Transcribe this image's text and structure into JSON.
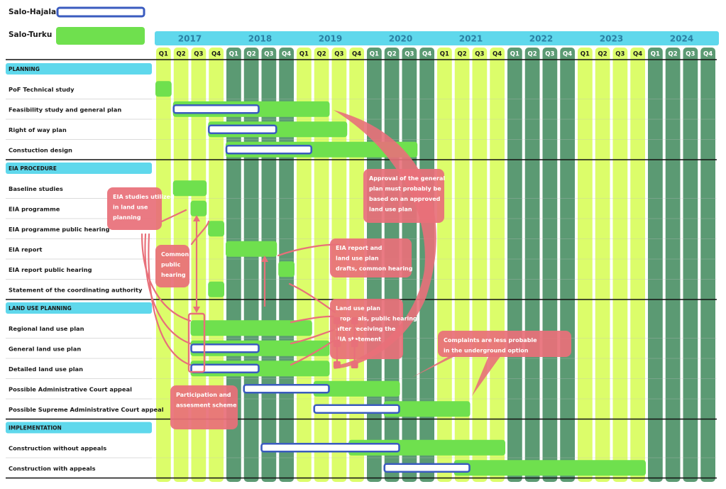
{
  "chart_data": {
    "type": "gantt",
    "legend": [
      {
        "name": "Salo-Hajala",
        "style": "outline",
        "stroke": "#3a5bbf",
        "fill": "#ffffff"
      },
      {
        "name": "Salo-Turku",
        "style": "filled",
        "fill": "#6fe04e"
      }
    ],
    "years": [
      "2017",
      "2018",
      "2019",
      "2020",
      "2021",
      "2022",
      "2023",
      "2024"
    ],
    "quarters": [
      "Q1",
      "Q2",
      "Q3",
      "Q4"
    ],
    "colors": {
      "year_header": "#5fd8ec",
      "section_header": "#5fd8ec",
      "light_column": "#dcfd6a",
      "dark_column": "#5b9a73",
      "turku_bar": "#6fe04e",
      "hajala_stroke": "#3a5bbf",
      "callout": "#e8707a",
      "callout_text": "#ffffff"
    },
    "sections": [
      {
        "title": "PLANNING",
        "rows": [
          {
            "label": "PoF Technical study",
            "turku": [
              1,
              1
            ]
          },
          {
            "label": "Feasibility study and general plan",
            "turku": [
              2,
              10
            ],
            "hajala": [
              2,
              6
            ]
          },
          {
            "label": "Right of way plan",
            "turku": [
              4,
              11
            ],
            "hajala": [
              4,
              7
            ]
          },
          {
            "label": "Constuction design",
            "turku": [
              5,
              15
            ],
            "hajala": [
              5,
              9
            ]
          }
        ]
      },
      {
        "title": "EIA PROCEDURE",
        "rows": [
          {
            "label": "Baseline studies",
            "turku": [
              2,
              3
            ]
          },
          {
            "label": "EIA programme",
            "turku": [
              3,
              3
            ]
          },
          {
            "label": "EIA programme public hearing",
            "turku": [
              4,
              4
            ]
          },
          {
            "label": "EIA report",
            "turku": [
              5,
              7
            ]
          },
          {
            "label": "EIA report public hearing",
            "turku": [
              8,
              8
            ]
          },
          {
            "label": "Statement of the coordinating authority",
            "turku": [
              4,
              4
            ]
          }
        ]
      },
      {
        "title": "LAND USE PLANNING",
        "rows": [
          {
            "label": "Regional land use plan",
            "turku": [
              3,
              9
            ]
          },
          {
            "label": "General land use plan",
            "turku": [
              3,
              10
            ],
            "hajala": [
              3,
              6
            ]
          },
          {
            "label": "Detailed land use plan",
            "turku": [
              3,
              10
            ],
            "hajala": [
              3,
              6
            ]
          },
          {
            "label": "Possible Administrative Court appeal",
            "turku": [
              10,
              14
            ],
            "hajala": [
              6,
              10
            ]
          },
          {
            "label": "Possible Supreme Administrative Court appeal",
            "turku": [
              14,
              18
            ],
            "hajala": [
              10,
              14
            ]
          }
        ]
      },
      {
        "title": "IMPLEMENTATION",
        "rows": [
          {
            "label": "Construction without appeals",
            "turku": [
              12,
              20
            ],
            "hajala": [
              7,
              14
            ]
          },
          {
            "label": "Construction with appeals",
            "turku": [
              18,
              28
            ],
            "hajala": [
              14,
              18
            ]
          }
        ]
      }
    ],
    "annotations": [
      "Approval of the  general plan must probably be based on an approved land use plan",
      "EIA studies utilized in land use planning",
      "Common public hearing",
      "EIA report and land use plan drafts, common hearing",
      "Land use plan proposals, public hearing after receiving the EIA statement",
      "Complaints are less probable in the underground option",
      "Participation and assesment scheme"
    ]
  }
}
